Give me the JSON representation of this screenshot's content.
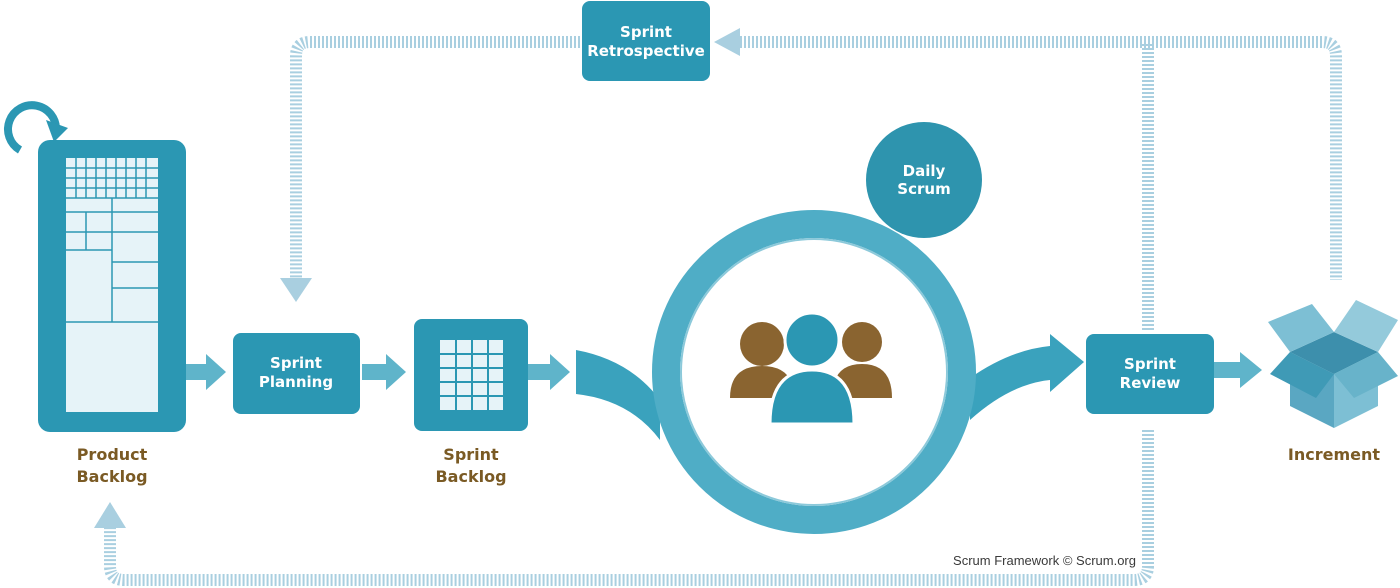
{
  "colors": {
    "teal": "#2b97b3",
    "teal_dark": "#1f7f99",
    "teal_light": "#5fb4ca",
    "brown": "#7a5a24",
    "grid_cell": "#e6f3f8",
    "dashed_loop": "#a9cfe0"
  },
  "nodes": {
    "product_backlog": {
      "line1": "Product",
      "line2": "Backlog"
    },
    "sprint_planning": {
      "line1": "Sprint",
      "line2": "Planning"
    },
    "sprint_backlog": {
      "line1": "Sprint",
      "line2": "Backlog"
    },
    "daily_scrum": {
      "line1": "Daily",
      "line2": "Scrum"
    },
    "sprint_review": {
      "line1": "Sprint",
      "line2": "Review"
    },
    "sprint_retrospective": {
      "line1": "Sprint",
      "line2": "Retrospective"
    },
    "increment": {
      "label": "Increment"
    }
  },
  "credit": "Scrum Framework © Scrum.org",
  "icons": [
    "refresh-icon",
    "team-icon",
    "open-box-icon"
  ]
}
